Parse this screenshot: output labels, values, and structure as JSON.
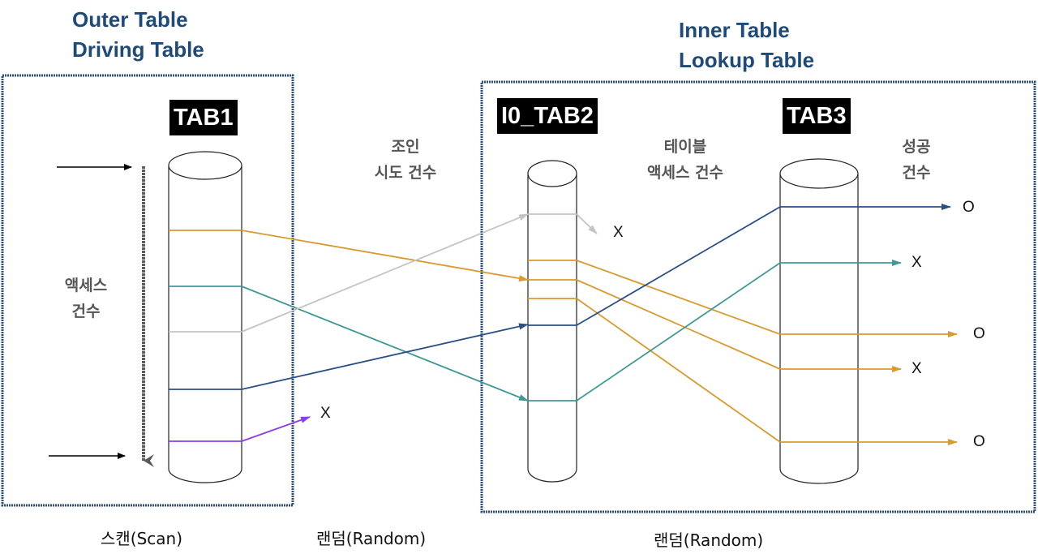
{
  "outer": {
    "line1": "Outer Table",
    "line2": "Driving Table"
  },
  "inner": {
    "line1": "Inner Table",
    "line2": "Lookup Table"
  },
  "tables": {
    "tab1": "TAB1",
    "idx": "I0_TAB2",
    "tab3": "TAB3"
  },
  "notes": {
    "access_count": {
      "l1": "액세스",
      "l2": "건수"
    },
    "join_attempts": {
      "l1": "조인",
      "l2": "시도 건수"
    },
    "table_access": {
      "l1": "테이블",
      "l2": "액세스 건수"
    },
    "success": {
      "l1": "성공",
      "l2": "건수"
    }
  },
  "captions": {
    "scan": "스캔(Scan)",
    "random1": "랜덤(Random)",
    "random2": "랜덤(Random)"
  },
  "results": {
    "tab1_purple": "X",
    "idx_gray": "X",
    "tab3_r1": "O",
    "tab3_r2": "X",
    "tab3_r3": "O",
    "tab3_r4": "X",
    "tab3_r5": "O"
  },
  "colors": {
    "heading": "#1e4a7a",
    "box_border": "#2b4f80",
    "orange": "#d99a2e",
    "teal": "#3f9a96",
    "gray": "#c4c4c4",
    "navy": "#2a4f86",
    "purple": "#8a3ee6"
  }
}
